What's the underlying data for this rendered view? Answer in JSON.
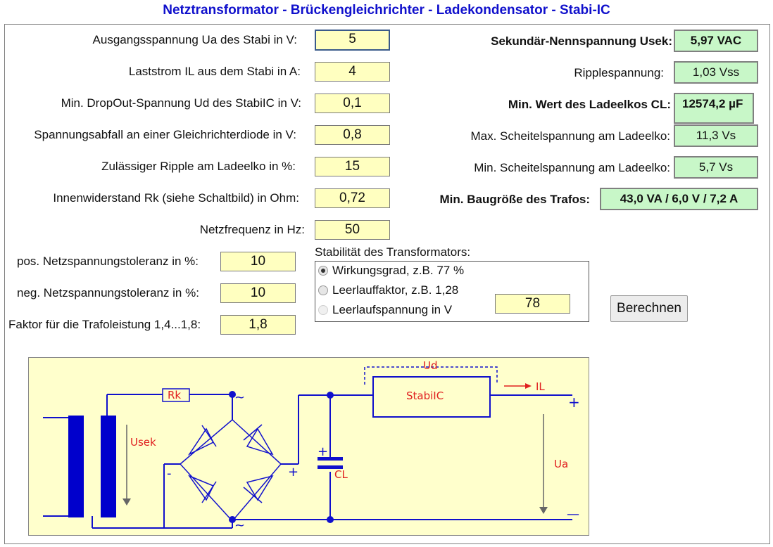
{
  "title": "Netztransformator - Brückengleichrichter - Ladekondensator - Stabi-IC",
  "inputs": {
    "ua": {
      "label": "Ausgangsspannung Ua des Stabi in V:",
      "value": "5"
    },
    "il": {
      "label": "Laststrom IL aus dem Stabi in A:",
      "value": "4"
    },
    "ud": {
      "label": "Min. DropOut-Spannung Ud des StabiIC in V:",
      "value": "0,1"
    },
    "diode": {
      "label": "Spannungsabfall an einer Gleichrichterdiode in V:",
      "value": "0,8"
    },
    "ripple": {
      "label": "Zulässiger Ripple am Ladeelko in %:",
      "value": "15"
    },
    "rk": {
      "label": "Innenwiderstand Rk (siehe Schaltbild) in Ohm:",
      "value": "0,72"
    },
    "freq": {
      "label": "Netzfrequenz in Hz:",
      "value": "50"
    },
    "tol_pos": {
      "label": "pos. Netzspannungstoleranz in %:",
      "value": "10"
    },
    "tol_neg": {
      "label": "neg. Netzspannungstoleranz in %:",
      "value": "10"
    },
    "factor": {
      "label": "Faktor für die Trafoleistung 1,4...1,8:",
      "value": "1,8"
    }
  },
  "outputs": {
    "usek": {
      "label": "Sekundär-Nennspannung Usek:",
      "value": "5,97 VAC"
    },
    "ripple": {
      "label": "Ripplespannung:",
      "value": "1,03 Vss"
    },
    "cl": {
      "label": "Min. Wert des Ladeelkos CL:",
      "value": "12574,2 µF"
    },
    "vmax": {
      "label": "Max. Scheitelspannung am Ladeelko:",
      "value": "11,3 Vs"
    },
    "vmin": {
      "label": "Min. Scheitelspannung am Ladeelko:",
      "value": "5,7 Vs"
    },
    "trafo": {
      "label": "Min. Baugröße des Trafos:",
      "value": "43,0 VA / 6,0 V / 7,2 A"
    }
  },
  "stability": {
    "label": "Stabilität des Transformators:",
    "options": [
      "Wirkungsgrad, z.B. 77 %",
      "Leerlauffaktor, z.B. 1,28",
      "Leerlaufspannung in V"
    ],
    "selected": "Wirkungsgrad, z.B. 77 %",
    "value": "78"
  },
  "button": {
    "label": "Berechnen"
  },
  "schematic": {
    "labels": {
      "rk": "Rk",
      "usek": "Usek",
      "ud": "Ud",
      "stabi": "StabiIC",
      "il": "IL",
      "cl": "CL",
      "ua": "Ua"
    },
    "symbols": {
      "ac1": "~",
      "ac2": "~",
      "minus_bridge": "-",
      "plus_bridge": "+",
      "plus_cap": "+",
      "plus_out": "+",
      "minus_out": "—"
    },
    "colors": {
      "wire": "#1010cc",
      "label": "#e02020",
      "background": "#ffffcc"
    }
  },
  "colors": {
    "input_bg": "#ffffc0",
    "output_bg": "#c8f7c8",
    "title": "#1010cc"
  }
}
